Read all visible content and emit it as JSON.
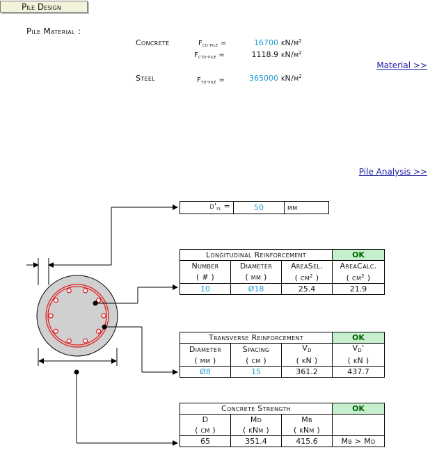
{
  "page": {
    "title": "Pile Design"
  },
  "material": {
    "label": "Pile Material :",
    "concrete": {
      "label": "Concrete",
      "fcd": {
        "symbol": "F",
        "sub": "cd-pile",
        "eq": "=",
        "value": "16700",
        "unit": "kN/m",
        "unit_sup": "2"
      },
      "fctd": {
        "symbol": "F",
        "sub": "ctd-pile",
        "eq": "=",
        "value": "1118.9",
        "unit": "kN/m",
        "unit_sup": "2"
      }
    },
    "steel": {
      "label": "Steel",
      "fyd": {
        "symbol": "F",
        "sub": "yd-pile",
        "eq": "=",
        "value": "365000",
        "unit": "kN/m",
        "unit_sup": "2"
      }
    },
    "link": "Material >>"
  },
  "analysis_link": "Pile Analysis >>",
  "cover": {
    "label": "d'",
    "sub": "pl",
    "eq": "=",
    "value": "50",
    "unit": "mm"
  },
  "longitudinal": {
    "title": "Longitudinal Reinforcement",
    "status": "OK",
    "headers": [
      "Number",
      "Diameter",
      "AreaSel.",
      "AreaCalc."
    ],
    "units": [
      "( # )",
      "( mm )",
      "( cm",
      "( cm"
    ],
    "units_sup": [
      "",
      "",
      "2",
      "2"
    ],
    "units_close": [
      "",
      "",
      " )",
      " )"
    ],
    "values": [
      "10",
      "Ø18",
      "25.4",
      "21.9"
    ]
  },
  "transverse": {
    "title": "Transverse Reinforcement",
    "status": "OK",
    "headers": [
      "Diameter",
      "Spacing",
      "V",
      "V"
    ],
    "headers_sub": [
      "",
      "",
      "D",
      "D"
    ],
    "headers_suffix": [
      "",
      "",
      "",
      "'"
    ],
    "units": [
      "( mm )",
      "( cm )",
      "( kN )",
      "( kN )"
    ],
    "values": [
      "Ø8",
      "15",
      "361.2",
      "437.7"
    ]
  },
  "concrete_strength": {
    "title": "Concrete Strength",
    "status": "OK",
    "headers": [
      "D",
      "Md",
      "Mb",
      ""
    ],
    "units": [
      "( cm )",
      "( kNm )",
      "( kNm )",
      ""
    ],
    "values": [
      "65",
      "351.4",
      "415.6",
      "Mb > Md"
    ]
  },
  "colors": {
    "ok_bg": "#c6efce",
    "ok_text": "#006100",
    "value_blue": "#1f9bd6",
    "rebar_red": "#e02020",
    "pile_gray": "#d0d0d0"
  }
}
